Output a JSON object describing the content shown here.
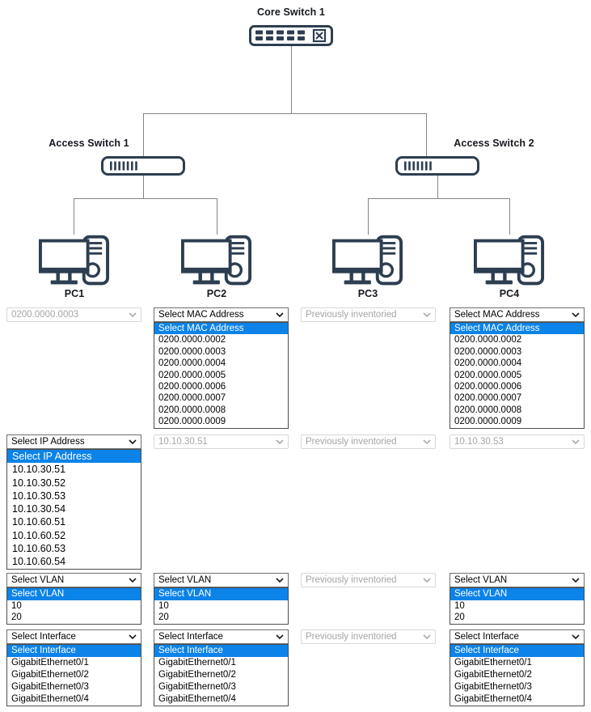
{
  "topology": {
    "core_switch_label": "Core Switch 1",
    "access_switch_1_label": "Access Switch 1",
    "access_switch_2_label": "Access Switch 2",
    "pc_labels": [
      "PC1",
      "PC2",
      "PC3",
      "PC4"
    ]
  },
  "dropdown_options": {
    "mac": [
      "Select MAC Address",
      "0200.0000.0002",
      "0200.0000.0003",
      "0200.0000.0004",
      "0200.0000.0005",
      "0200.0000.0006",
      "0200.0000.0007",
      "0200.0000.0008",
      "0200.0000.0009"
    ],
    "ip": [
      "Select IP Address",
      "10.10.30.51",
      "10.10.30.52",
      "10.10.30.53",
      "10.10.30.54",
      "10.10.60.51",
      "10.10.60.52",
      "10.10.60.53",
      "10.10.60.54"
    ],
    "vlan": [
      "Select VLAN",
      "10",
      "20"
    ],
    "interface": [
      "Select Interface",
      "GigabitEthernet0/1",
      "GigabitEthernet0/2",
      "GigabitEthernet0/3",
      "GigabitEthernet0/4"
    ]
  },
  "form": {
    "pc1": {
      "mac": {
        "state": "disabled",
        "value": "0200.0000.0003"
      },
      "ip": {
        "state": "open",
        "value": "Select IP Address"
      },
      "vlan": {
        "state": "open",
        "value": "Select VLAN"
      },
      "interface": {
        "state": "open",
        "value": "Select Interface"
      }
    },
    "pc2": {
      "mac": {
        "state": "open",
        "value": "Select MAC Address"
      },
      "ip": {
        "state": "disabled",
        "value": "10.10.30.51"
      },
      "vlan": {
        "state": "open",
        "value": "Select VLAN"
      },
      "interface": {
        "state": "open",
        "value": "Select Interface"
      }
    },
    "pc3": {
      "mac": {
        "state": "disabled",
        "value": "Previously inventoried"
      },
      "ip": {
        "state": "disabled",
        "value": "Previously inventoried"
      },
      "vlan": {
        "state": "disabled",
        "value": "Previously inventoried"
      },
      "interface": {
        "state": "disabled",
        "value": "Previously inventoried"
      }
    },
    "pc4": {
      "mac": {
        "state": "open",
        "value": "Select MAC Address"
      },
      "ip": {
        "state": "disabled",
        "value": "10.10.30.53"
      },
      "vlan": {
        "state": "open",
        "value": "Select VLAN"
      },
      "interface": {
        "state": "open",
        "value": "Select Interface"
      }
    }
  },
  "colors": {
    "highlight_blue": "#0c83e8",
    "icon_navy": "#2d3e50",
    "connector_gray": "#848484",
    "disabled_text": "#a5a5a5"
  }
}
